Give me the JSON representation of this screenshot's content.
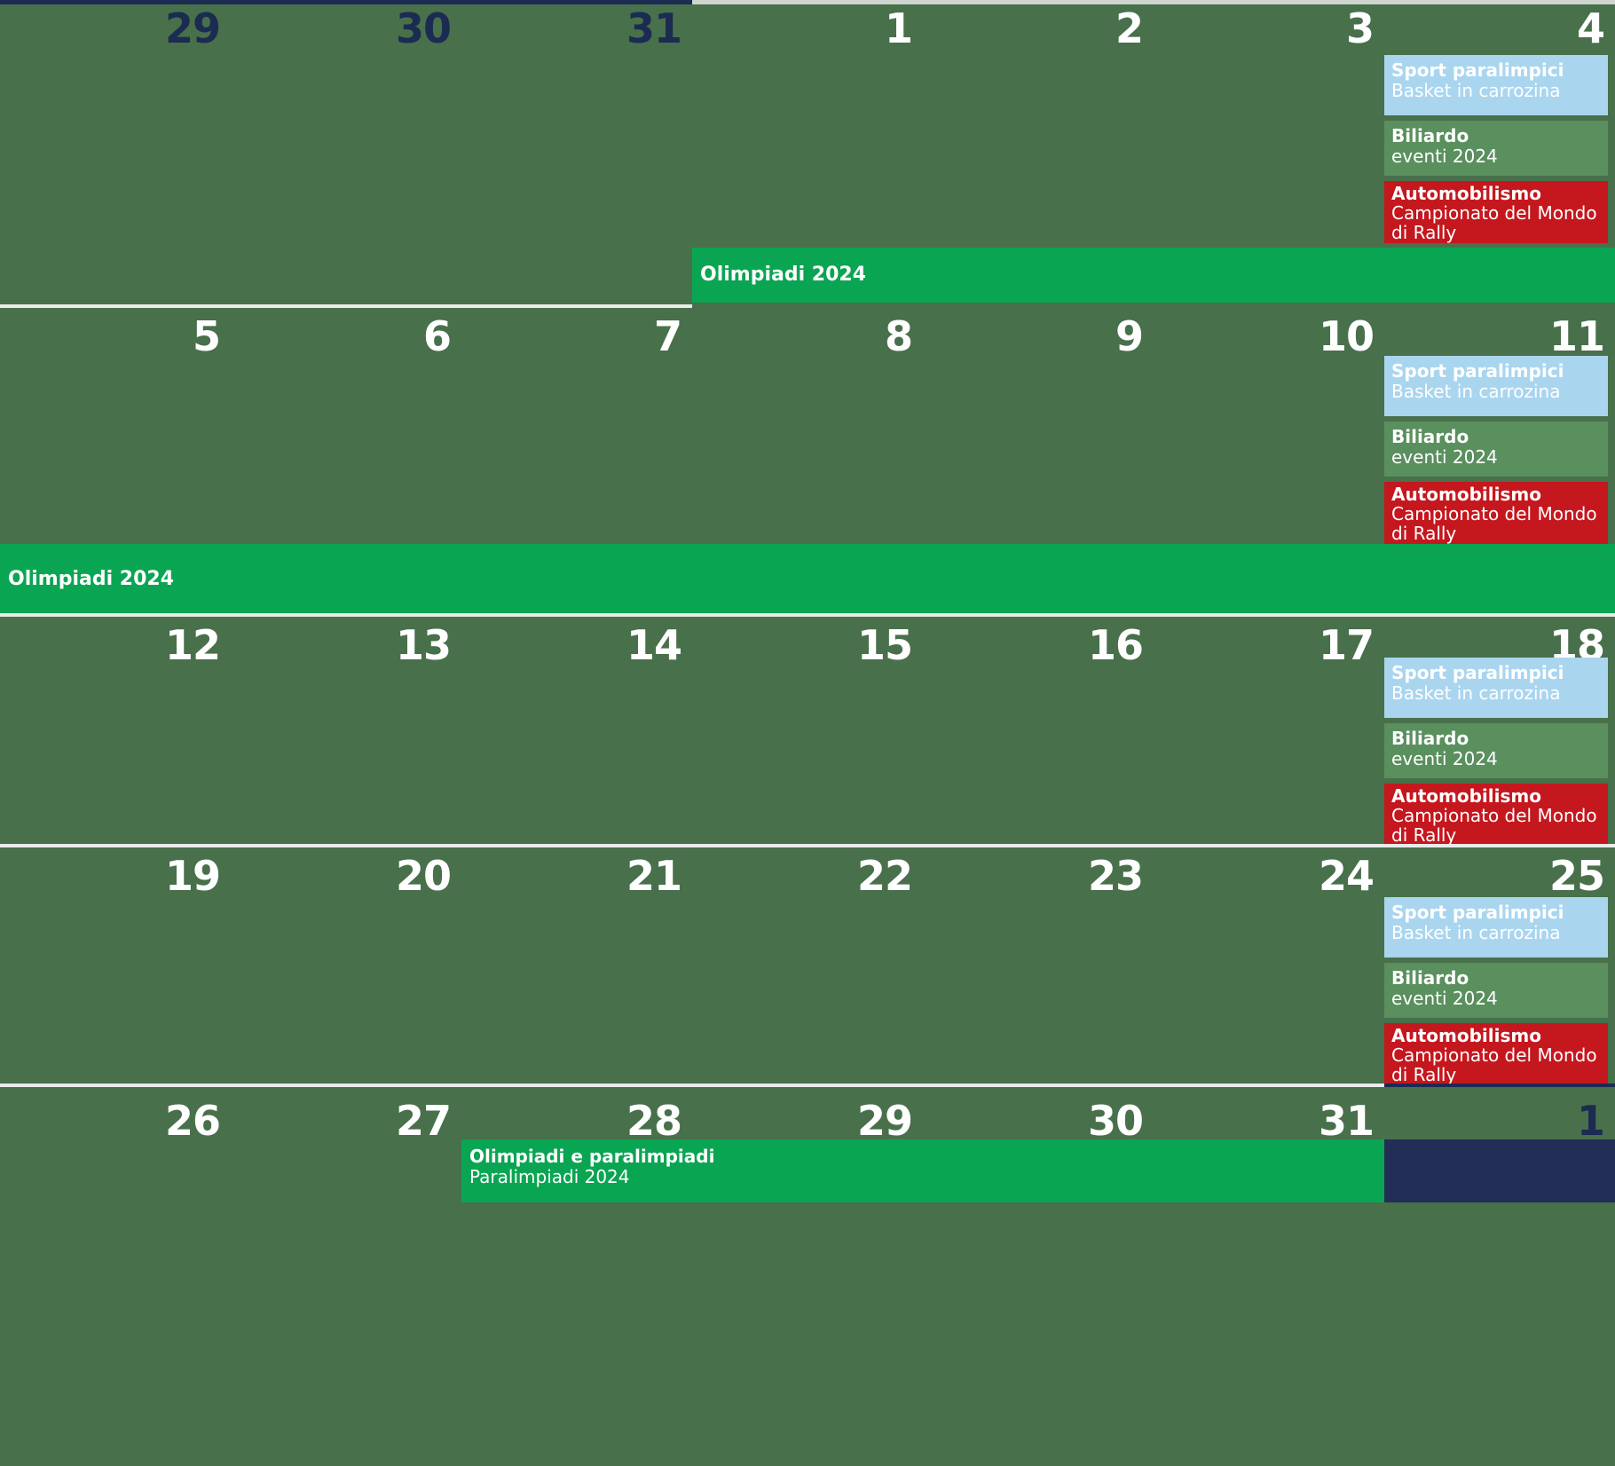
{
  "calendar": {
    "rows": [
      {
        "days": [
          {
            "label": "29",
            "outside": true
          },
          {
            "label": "30",
            "outside": true
          },
          {
            "label": "31",
            "outside": true
          },
          {
            "label": "1",
            "outside": false
          },
          {
            "label": "2",
            "outside": false
          },
          {
            "label": "3",
            "outside": false
          },
          {
            "label": "4",
            "outside": false
          }
        ]
      },
      {
        "days": [
          {
            "label": "5",
            "outside": false
          },
          {
            "label": "6",
            "outside": false
          },
          {
            "label": "7",
            "outside": false
          },
          {
            "label": "8",
            "outside": false
          },
          {
            "label": "9",
            "outside": false
          },
          {
            "label": "10",
            "outside": false
          },
          {
            "label": "11",
            "outside": false
          }
        ]
      },
      {
        "days": [
          {
            "label": "12",
            "outside": false
          },
          {
            "label": "13",
            "outside": false
          },
          {
            "label": "14",
            "outside": false
          },
          {
            "label": "15",
            "outside": false
          },
          {
            "label": "16",
            "outside": false
          },
          {
            "label": "17",
            "outside": false
          },
          {
            "label": "18",
            "outside": false
          }
        ]
      },
      {
        "days": [
          {
            "label": "19",
            "outside": false
          },
          {
            "label": "20",
            "outside": false
          },
          {
            "label": "21",
            "outside": false
          },
          {
            "label": "22",
            "outside": false
          },
          {
            "label": "23",
            "outside": false
          },
          {
            "label": "24",
            "outside": false
          },
          {
            "label": "25",
            "outside": false
          }
        ]
      },
      {
        "days": [
          {
            "label": "26",
            "outside": false
          },
          {
            "label": "27",
            "outside": false
          },
          {
            "label": "28",
            "outside": false
          },
          {
            "label": "29",
            "outside": false
          },
          {
            "label": "30",
            "outside": false
          },
          {
            "label": "31",
            "outside": false
          },
          {
            "label": "1",
            "outside": true
          }
        ]
      }
    ]
  },
  "recurring_events": [
    {
      "title": "Sport paralimpici",
      "subtitle": "Basket in carrozina",
      "color": "#A9D5EF"
    },
    {
      "title": "Biliardo",
      "subtitle": "eventi 2024",
      "color": "#5A8F5E"
    },
    {
      "title": "Automobilismo",
      "subtitle": "Campionato del Mondo di Rally",
      "color": "#C5171E"
    }
  ],
  "bars": {
    "olympics_week1": {
      "label": "Olimpiadi 2024",
      "color": "#0AA552"
    },
    "olympics_week2": {
      "label": "Olimpiadi 2024",
      "color": "#0AA552"
    },
    "paralympics": {
      "title": "Olimpiadi e paralimpiadi",
      "subtitle": "Paralimpiadi 2024",
      "color": "#0AA552"
    }
  },
  "colors": {
    "background_green": "#48704B",
    "event_blue": "#A9D5EF",
    "event_green": "#5A8F5E",
    "event_red": "#C5171E",
    "bar_green": "#0AA552",
    "navy": "#232E56",
    "navy_text": "#1C2B52",
    "divider": "#E9ECE9",
    "top_border_inside": "#CDD5CE"
  }
}
